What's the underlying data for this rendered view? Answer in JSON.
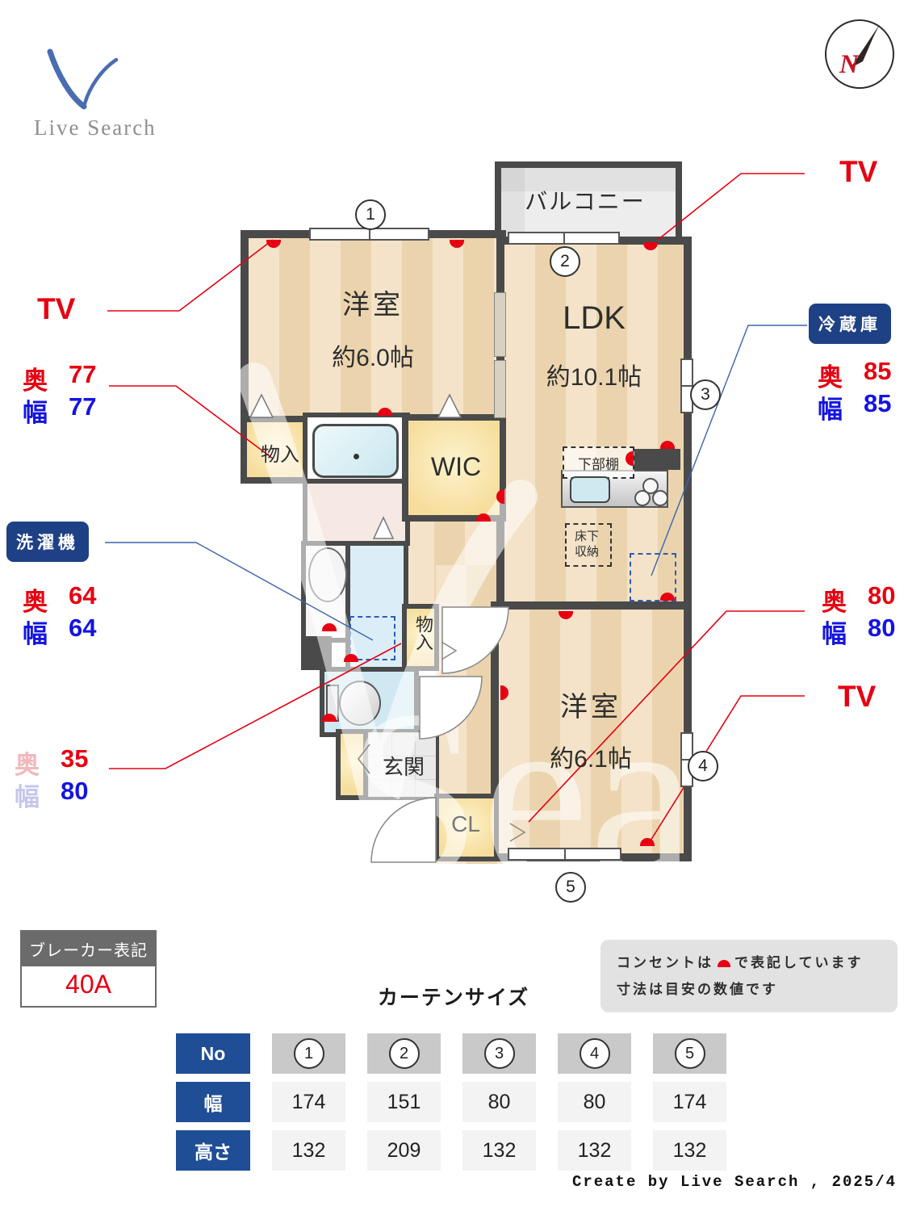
{
  "logo": {
    "text": "Live Search"
  },
  "compass": {
    "label": "N"
  },
  "plan": {
    "balcony": "バルコニー",
    "room1_name": "洋室",
    "room1_size": "約6.0帖",
    "ldk_name": "LDK",
    "ldk_size": "約10.1帖",
    "room2_name": "洋室",
    "room2_size": "約6.1帖",
    "wic": "WIC",
    "storage_upper": "物入",
    "storage_lower": "物入",
    "genkan": "玄関",
    "closet": "CL",
    "kitchen_shelf": "下部棚",
    "floor_storage": "床下収納",
    "window_numbers": [
      "1",
      "2",
      "3",
      "4",
      "5"
    ]
  },
  "annotations": {
    "tv_left": "TV",
    "tv_right_top": "TV",
    "tv_right_bottom": "TV",
    "washer": {
      "label": "洗濯機",
      "depth_key": "奥",
      "depth_value": "64",
      "width_key": "幅",
      "width_value": "64"
    },
    "fridge": {
      "label": "冷蔵庫",
      "depth_key": "奥",
      "depth_value": "85",
      "width_key": "幅",
      "width_value": "85"
    },
    "storage_meas": {
      "depth_key": "奥",
      "depth_value": "77",
      "width_key": "幅",
      "width_value": "77"
    },
    "toilet_meas": {
      "depth_key": "奥",
      "depth_value": "35",
      "width_key": "幅",
      "width_value": "80"
    },
    "closet_meas": {
      "depth_key": "奥",
      "depth_value": "80",
      "width_key": "幅",
      "width_value": "80"
    }
  },
  "legend": {
    "breaker_title": "ブレーカー表記",
    "breaker_value": "40A",
    "note_line1_prefix": "コンセントは",
    "note_line1_suffix": "で表記しています",
    "note_line2": "寸法は目安の数値です"
  },
  "curtain_table": {
    "title": "カーテンサイズ",
    "no_label": "No",
    "width_label": "幅",
    "height_label": "高さ",
    "col_numbers": [
      "1",
      "2",
      "3",
      "4",
      "5"
    ],
    "width_values": [
      "174",
      "151",
      "80",
      "80",
      "174"
    ],
    "height_values": [
      "132",
      "209",
      "132",
      "132",
      "132"
    ]
  },
  "credit": "Create by Live Search , 2025/4",
  "colors": {
    "accent_red": "#E60012",
    "accent_blue": "#1414E0",
    "badge_navy": "#1E4185",
    "table_navy": "#1F4E96",
    "wall_gray": "#4A4A4A",
    "floor_light": "#F4E3C8",
    "floor_dark": "#EBD4AD"
  }
}
